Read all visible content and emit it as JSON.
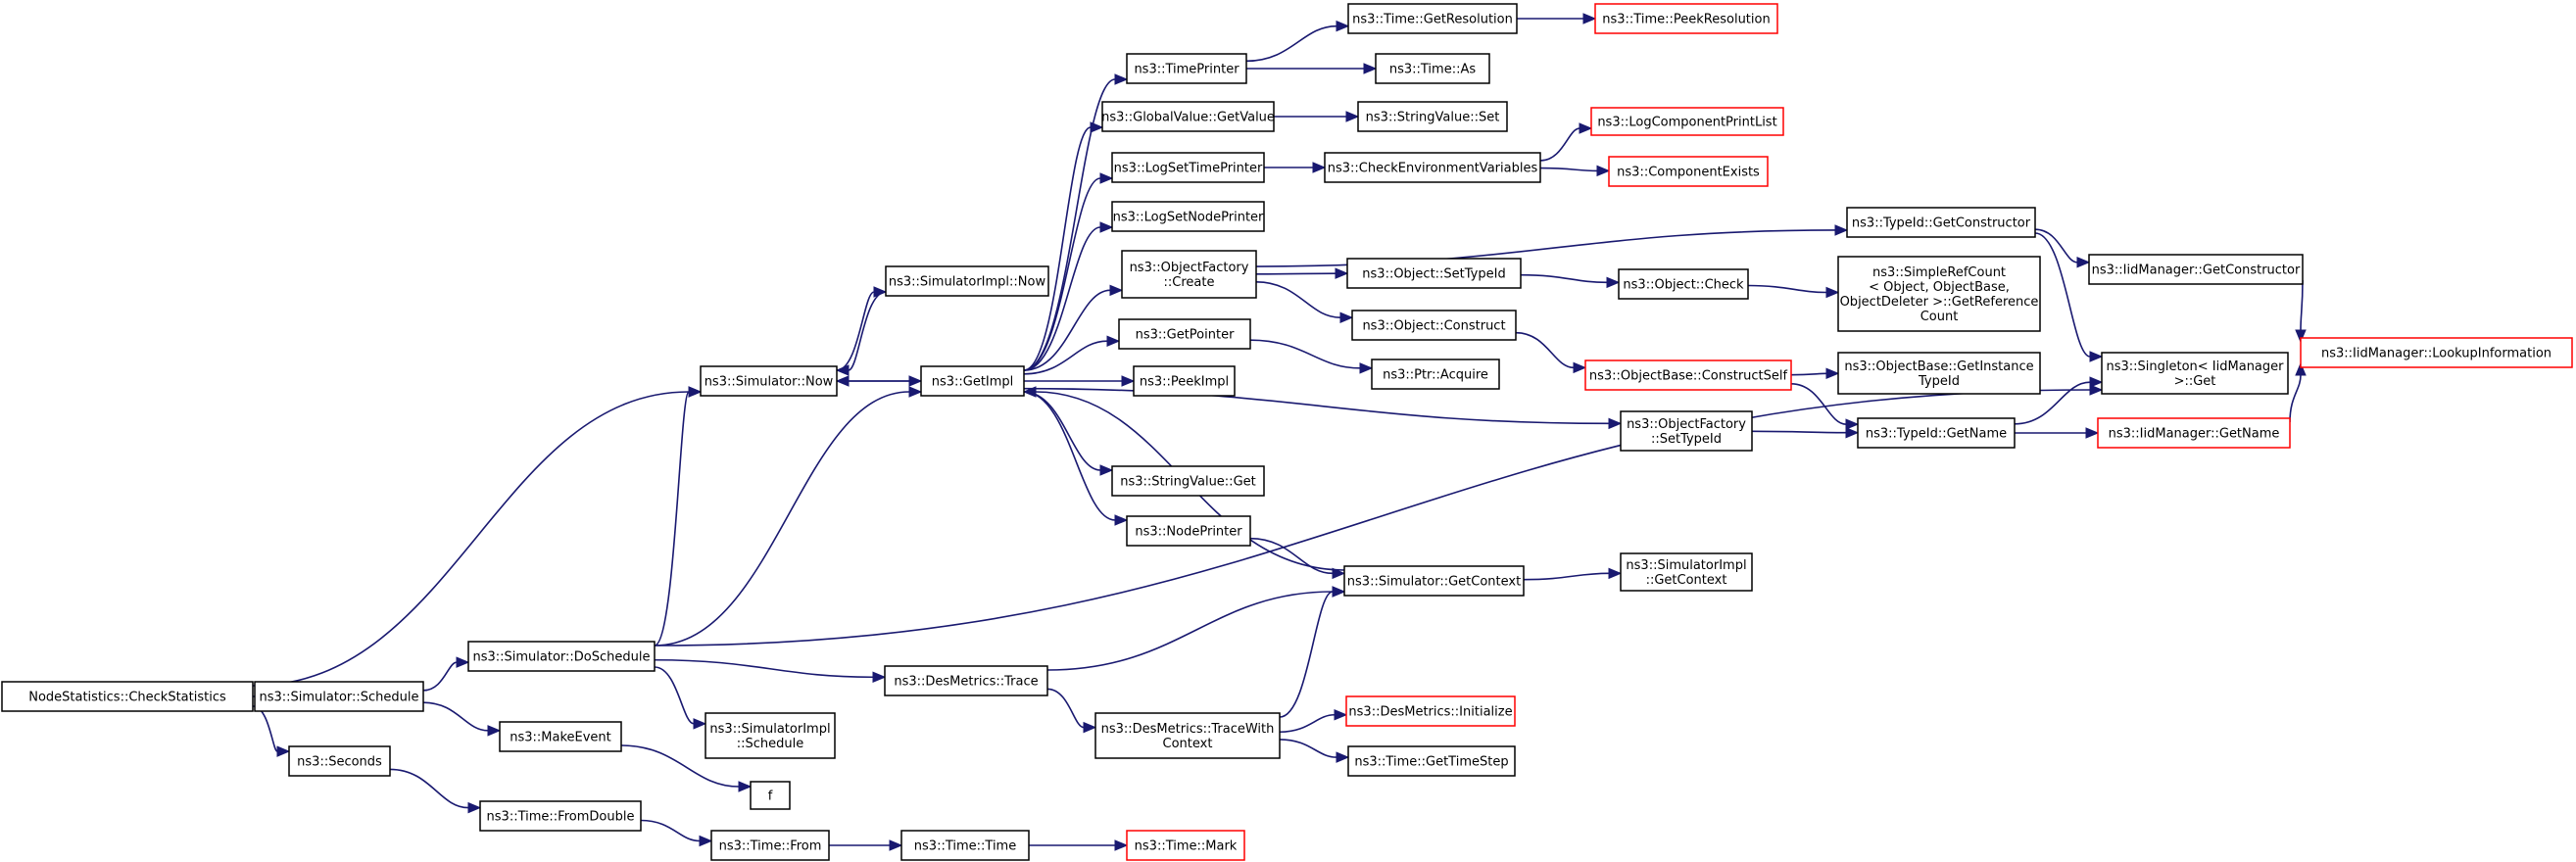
{
  "graph": {
    "colors": {
      "edge": "#191970",
      "normal": "#000000",
      "truncated": "#ff0000",
      "root_fill": "#bfbfbf",
      "node_fill": "#ffffff"
    },
    "nodes": [
      {
        "id": "checkstats",
        "label": [
          "NodeStatistics::CheckStatistics"
        ],
        "style": "root"
      },
      {
        "id": "schedule",
        "label": [
          "ns3::Simulator::Schedule"
        ],
        "style": "normal"
      },
      {
        "id": "seconds",
        "label": [
          "ns3::Seconds"
        ],
        "style": "normal"
      },
      {
        "id": "sim_now",
        "label": [
          "ns3::Simulator::Now"
        ],
        "style": "normal"
      },
      {
        "id": "doschedule",
        "label": [
          "ns3::Simulator::DoSchedule"
        ],
        "style": "normal"
      },
      {
        "id": "makeevent",
        "label": [
          "ns3::MakeEvent"
        ],
        "style": "normal"
      },
      {
        "id": "fromdouble",
        "label": [
          "ns3::Time::FromDouble"
        ],
        "style": "normal"
      },
      {
        "id": "simimpl_now",
        "label": [
          "ns3::SimulatorImpl::Now"
        ],
        "style": "normal"
      },
      {
        "id": "getimpl",
        "label": [
          "ns3::GetImpl"
        ],
        "style": "normal"
      },
      {
        "id": "desmetrics_trace",
        "label": [
          "ns3::DesMetrics::Trace"
        ],
        "style": "normal"
      },
      {
        "id": "simimpl_schedule",
        "label": [
          "ns3::SimulatorImpl",
          "::Schedule"
        ],
        "style": "normal"
      },
      {
        "id": "f",
        "label": [
          "f"
        ],
        "style": "normal"
      },
      {
        "id": "time_from",
        "label": [
          "ns3::Time::From"
        ],
        "style": "normal"
      },
      {
        "id": "timeprinter",
        "label": [
          "ns3::TimePrinter"
        ],
        "style": "normal"
      },
      {
        "id": "gv_getvalue",
        "label": [
          "ns3::GlobalValue::GetValue"
        ],
        "style": "normal"
      },
      {
        "id": "logsettimeprinter",
        "label": [
          "ns3::LogSetTimePrinter"
        ],
        "style": "normal"
      },
      {
        "id": "logsetnodeprinter",
        "label": [
          "ns3::LogSetNodePrinter"
        ],
        "style": "normal"
      },
      {
        "id": "of_create",
        "label": [
          "ns3::ObjectFactory",
          "::Create"
        ],
        "style": "normal"
      },
      {
        "id": "getpointer",
        "label": [
          "ns3::GetPointer"
        ],
        "style": "normal"
      },
      {
        "id": "peekimpl",
        "label": [
          "ns3::PeekImpl"
        ],
        "style": "normal"
      },
      {
        "id": "stringvalue_get",
        "label": [
          "ns3::StringValue::Get"
        ],
        "style": "normal"
      },
      {
        "id": "nodeprinter",
        "label": [
          "ns3::NodePrinter"
        ],
        "style": "normal"
      },
      {
        "id": "tracewithcontext",
        "label": [
          "ns3::DesMetrics::TraceWith",
          "Context"
        ],
        "style": "normal"
      },
      {
        "id": "time_time",
        "label": [
          "ns3::Time::Time"
        ],
        "style": "normal"
      },
      {
        "id": "time_getresolution",
        "label": [
          "ns3::Time::GetResolution"
        ],
        "style": "normal"
      },
      {
        "id": "time_as",
        "label": [
          "ns3::Time::As"
        ],
        "style": "normal"
      },
      {
        "id": "stringvalue_set",
        "label": [
          "ns3::StringValue::Set"
        ],
        "style": "normal"
      },
      {
        "id": "checkenv",
        "label": [
          "ns3::CheckEnvironmentVariables"
        ],
        "style": "normal"
      },
      {
        "id": "object_settypeid",
        "label": [
          "ns3::Object::SetTypeId"
        ],
        "style": "normal"
      },
      {
        "id": "object_construct",
        "label": [
          "ns3::Object::Construct"
        ],
        "style": "normal"
      },
      {
        "id": "ptr_acquire",
        "label": [
          "ns3::Ptr::Acquire"
        ],
        "style": "normal"
      },
      {
        "id": "sim_getcontext",
        "label": [
          "ns3::Simulator::GetContext"
        ],
        "style": "normal"
      },
      {
        "id": "desmetrics_init",
        "label": [
          "ns3::DesMetrics::Initialize"
        ],
        "style": "truncated"
      },
      {
        "id": "time_gettimestep",
        "label": [
          "ns3::Time::GetTimeStep"
        ],
        "style": "normal"
      },
      {
        "id": "time_mark",
        "label": [
          "ns3::Time::Mark"
        ],
        "style": "truncated"
      },
      {
        "id": "time_peekresolution",
        "label": [
          "ns3::Time::PeekResolution"
        ],
        "style": "truncated"
      },
      {
        "id": "logcomponentprintlist",
        "label": [
          "ns3::LogComponentPrintList"
        ],
        "style": "truncated"
      },
      {
        "id": "componentexists",
        "label": [
          "ns3::ComponentExists"
        ],
        "style": "truncated"
      },
      {
        "id": "object_check",
        "label": [
          "ns3::Object::Check"
        ],
        "style": "normal"
      },
      {
        "id": "objectbase_constructself",
        "label": [
          "ns3::ObjectBase::ConstructSelf"
        ],
        "style": "truncated"
      },
      {
        "id": "of_settypeid",
        "label": [
          "ns3::ObjectFactory",
          "::SetTypeId"
        ],
        "style": "normal"
      },
      {
        "id": "simimpl_getcontext",
        "label": [
          "ns3::SimulatorImpl",
          "::GetContext"
        ],
        "style": "normal"
      },
      {
        "id": "typeid_getconstructor",
        "label": [
          "ns3::TypeId::GetConstructor"
        ],
        "style": "normal"
      },
      {
        "id": "simplerefcount",
        "label": [
          "ns3::SimpleRefCount",
          "< Object, ObjectBase,",
          "ObjectDeleter >::GetReference",
          "Count"
        ],
        "style": "normal"
      },
      {
        "id": "objectbase_getinstancetypeid",
        "label": [
          "ns3::ObjectBase::GetInstance",
          "TypeId"
        ],
        "style": "normal"
      },
      {
        "id": "typeid_getname",
        "label": [
          "ns3::TypeId::GetName"
        ],
        "style": "normal"
      },
      {
        "id": "iidmanager_getconstructor",
        "label": [
          "ns3::IidManager::GetConstructor"
        ],
        "style": "normal"
      },
      {
        "id": "singleton_get",
        "label": [
          "ns3::Singleton< IidManager",
          ">::Get"
        ],
        "style": "normal"
      },
      {
        "id": "iidmanager_getname",
        "label": [
          "ns3::IidManager::GetName"
        ],
        "style": "truncated"
      },
      {
        "id": "iidmanager_lookupinformation",
        "label": [
          "ns3::IidManager::LookupInformation"
        ],
        "style": "truncated"
      }
    ],
    "edges": [
      [
        "checkstats",
        "schedule"
      ],
      [
        "checkstats",
        "seconds"
      ],
      [
        "checkstats",
        "sim_now"
      ],
      [
        "schedule",
        "doschedule"
      ],
      [
        "schedule",
        "makeevent"
      ],
      [
        "seconds",
        "fromdouble"
      ],
      [
        "sim_now",
        "simimpl_now"
      ],
      [
        "sim_now",
        "getimpl"
      ],
      [
        "doschedule",
        "sim_now"
      ],
      [
        "doschedule",
        "getimpl"
      ],
      [
        "doschedule",
        "desmetrics_trace"
      ],
      [
        "doschedule",
        "simimpl_schedule"
      ],
      [
        "doschedule",
        "singleton_get"
      ],
      [
        "makeevent",
        "f"
      ],
      [
        "fromdouble",
        "time_from"
      ],
      [
        "simimpl_now",
        "sim_now"
      ],
      [
        "getimpl",
        "timeprinter"
      ],
      [
        "getimpl",
        "gv_getvalue"
      ],
      [
        "getimpl",
        "logsettimeprinter"
      ],
      [
        "getimpl",
        "logsetnodeprinter"
      ],
      [
        "getimpl",
        "of_create"
      ],
      [
        "getimpl",
        "getpointer"
      ],
      [
        "getimpl",
        "peekimpl"
      ],
      [
        "getimpl",
        "stringvalue_get"
      ],
      [
        "getimpl",
        "nodeprinter"
      ],
      [
        "getimpl",
        "of_settypeid"
      ],
      [
        "getimpl",
        "sim_now"
      ],
      [
        "desmetrics_trace",
        "sim_getcontext"
      ],
      [
        "desmetrics_trace",
        "tracewithcontext"
      ],
      [
        "time_from",
        "time_time"
      ],
      [
        "time_time",
        "time_mark"
      ],
      [
        "timeprinter",
        "time_getresolution"
      ],
      [
        "timeprinter",
        "time_as"
      ],
      [
        "time_getresolution",
        "time_peekresolution"
      ],
      [
        "gv_getvalue",
        "stringvalue_set"
      ],
      [
        "logsettimeprinter",
        "checkenv"
      ],
      [
        "checkenv",
        "logcomponentprintlist"
      ],
      [
        "checkenv",
        "componentexists"
      ],
      [
        "of_create",
        "typeid_getconstructor"
      ],
      [
        "of_create",
        "object_settypeid"
      ],
      [
        "of_create",
        "object_construct"
      ],
      [
        "object_settypeid",
        "object_check"
      ],
      [
        "object_check",
        "simplerefcount"
      ],
      [
        "object_construct",
        "objectbase_constructself"
      ],
      [
        "objectbase_constructself",
        "objectbase_getinstancetypeid"
      ],
      [
        "objectbase_constructself",
        "typeid_getname"
      ],
      [
        "getpointer",
        "ptr_acquire"
      ],
      [
        "nodeprinter",
        "sim_getcontext"
      ],
      [
        "sim_getcontext",
        "getimpl"
      ],
      [
        "sim_getcontext",
        "simimpl_getcontext"
      ],
      [
        "tracewithcontext",
        "sim_getcontext"
      ],
      [
        "tracewithcontext",
        "desmetrics_init"
      ],
      [
        "tracewithcontext",
        "time_gettimestep"
      ],
      [
        "of_settypeid",
        "typeid_getname"
      ],
      [
        "typeid_getconstructor",
        "iidmanager_getconstructor"
      ],
      [
        "typeid_getconstructor",
        "singleton_get"
      ],
      [
        "typeid_getname",
        "singleton_get"
      ],
      [
        "typeid_getname",
        "iidmanager_getname"
      ],
      [
        "iidmanager_getconstructor",
        "iidmanager_lookupinformation"
      ],
      [
        "iidmanager_getname",
        "iidmanager_lookupinformation"
      ]
    ]
  }
}
